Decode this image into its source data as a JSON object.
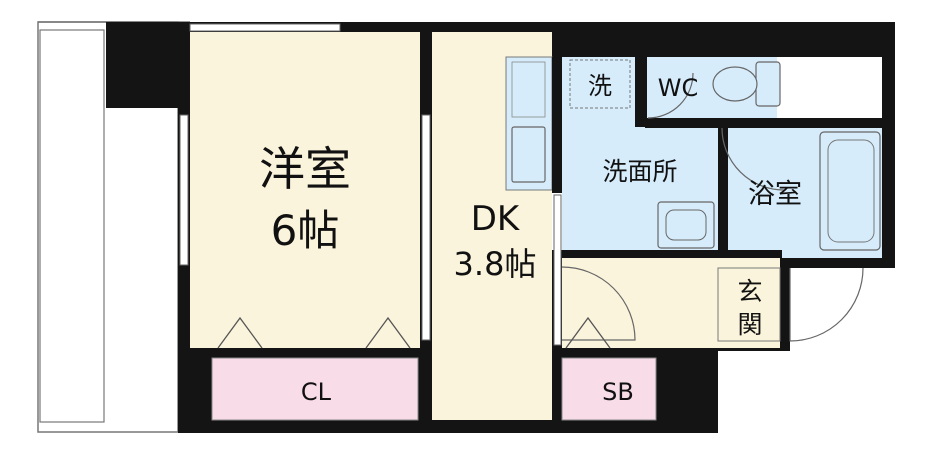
{
  "colors": {
    "wall": "#141414",
    "room_main": "#fbf4dc",
    "closet": "#f8dde8",
    "water": "#d6ecfb",
    "balcony": "#ffffff",
    "line": "#555555"
  },
  "rooms": {
    "western_room": {
      "name": "洋室",
      "size": "6帖"
    },
    "dk": {
      "name": "DK",
      "size": "3.8帖"
    },
    "closet": {
      "name": "CL"
    },
    "shoe_box": {
      "name": "SB"
    },
    "washroom": {
      "name": "洗面所"
    },
    "washer": {
      "name": "洗"
    },
    "toilet": {
      "name": "WC"
    },
    "bathroom": {
      "name": "浴室"
    },
    "entrance": {
      "name_top": "玄",
      "name_bottom": "関"
    }
  }
}
